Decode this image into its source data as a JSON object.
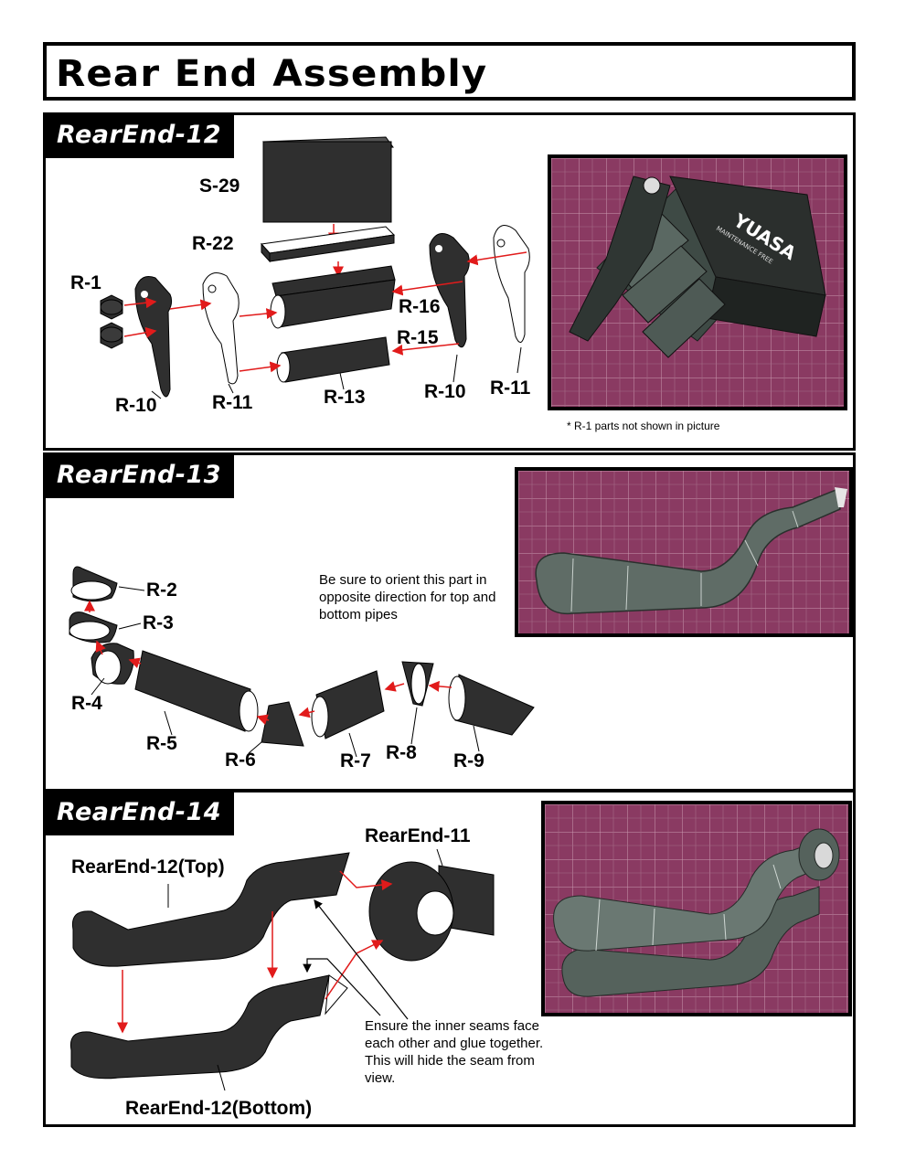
{
  "title": "Rear End Assembly",
  "sections": [
    {
      "heading": "RearEnd-12",
      "labels": {
        "s29": "S-29",
        "r22": "R-22",
        "r1": "R-1",
        "r10a": "R-10",
        "r11a": "R-11",
        "r13": "R-13",
        "r16": "R-16",
        "r15": "R-15",
        "r10b": "R-10",
        "r11b": "R-11"
      },
      "photo_brand": "YUASA",
      "photo_sub": "MAINTENANCE FREE",
      "footnote": "* R-1 parts not shown in picture"
    },
    {
      "heading": "RearEnd-13",
      "labels": {
        "r2": "R-2",
        "r3": "R-3",
        "r4": "R-4",
        "r5": "R-5",
        "r6": "R-6",
        "r7": "R-7",
        "r8": "R-8",
        "r9": "R-9"
      },
      "note": "Be sure to orient this part in opposite direction for top and bottom pipes"
    },
    {
      "heading": "RearEnd-14",
      "labels": {
        "top": "RearEnd-12(Top)",
        "bottom": "RearEnd-12(Bottom)",
        "re11": "RearEnd-11"
      },
      "note": "Ensure the inner seams face each other and glue together. This will hide the seam from view."
    }
  ],
  "colors": {
    "part_dark": "#2f2f2f",
    "arrow": "#e11b1b",
    "mat": "#8a3a62"
  }
}
